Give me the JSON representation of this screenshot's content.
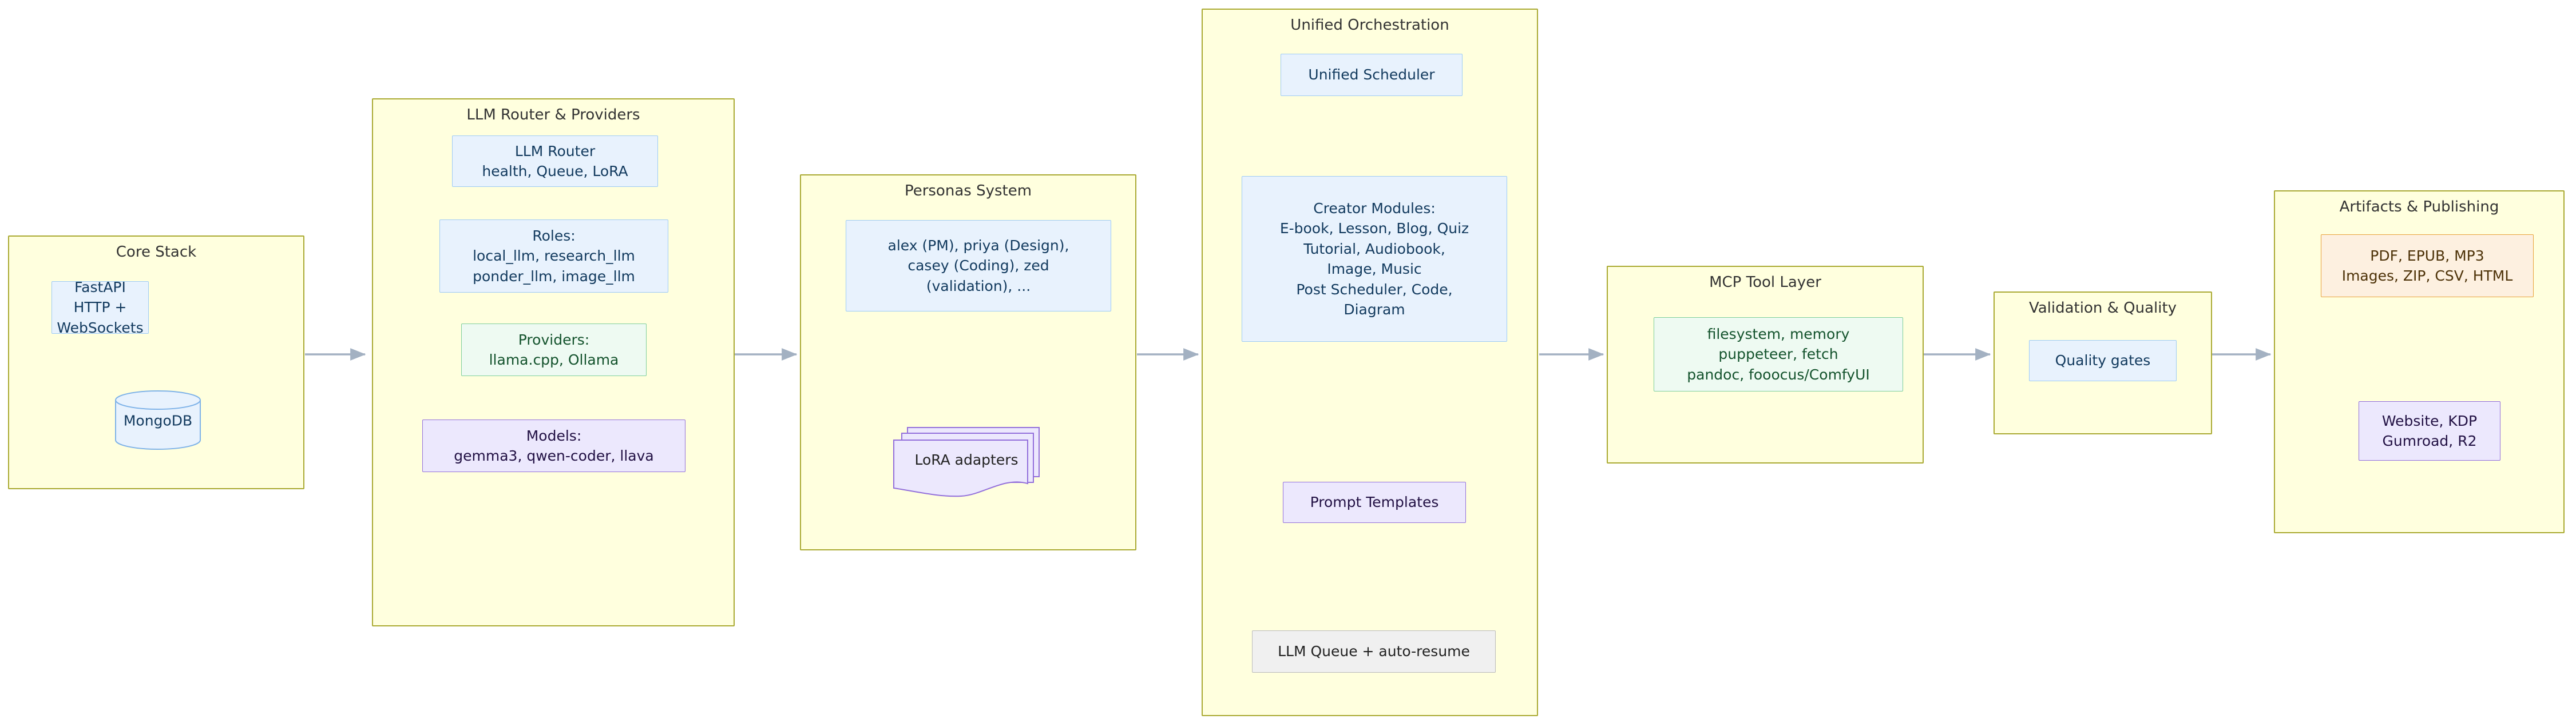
{
  "diagram": {
    "type": "flowchart-lr",
    "title": "",
    "palette": {
      "group_fill": "#ffffde",
      "group_stroke": "#aaaa33",
      "blue_fill": "#e8f2fd",
      "blue_stroke": "#9ecbf5",
      "green_fill": "#eefaf2",
      "green_stroke": "#7fcf9b",
      "purple_fill": "#ece8fd",
      "purple_stroke": "#9370db",
      "orange_fill": "#fdf0e0",
      "orange_stroke": "#e8a33d",
      "gray_fill": "#f0f0f0",
      "gray_stroke": "#bbbbbb",
      "edge_stroke": "#a3b1c2"
    }
  },
  "groups": {
    "core_stack": {
      "title": "Core Stack",
      "nodes": {
        "fastapi": "FastAPI\nHTTP + WebSockets",
        "mongodb": "MongoDB"
      }
    },
    "llm_router": {
      "title": "LLM Router & Providers",
      "nodes": {
        "router": "LLM Router\nhealth, Queue, LoRA",
        "roles": "Roles:\nlocal_llm, research_llm\nponder_llm, image_llm",
        "providers": "Providers:\nllama.cpp, Ollama",
        "models": "Models:\ngemma3, qwen-coder, llava"
      }
    },
    "personas": {
      "title": "Personas System",
      "nodes": {
        "people": "alex (PM), priya (Design),\ncasey (Coding), zed\n(validation), ...",
        "lora": "LoRA adapters"
      }
    },
    "orchestration": {
      "title": "Unified Orchestration",
      "nodes": {
        "scheduler": "Unified Scheduler",
        "creator_modules": "Creator Modules:\nE-book, Lesson, Blog, Quiz\nTutorial, Audiobook,\nImage, Music\nPost Scheduler, Code,\nDiagram",
        "prompt_templates": "Prompt Templates",
        "llm_queue": "LLM Queue + auto-resume"
      }
    },
    "mcp": {
      "title": "MCP Tool Layer",
      "nodes": {
        "tools": "filesystem, memory\npuppeteer, fetch\npandoc, fooocus/ComfyUI"
      }
    },
    "validation": {
      "title": "Validation & Quality",
      "nodes": {
        "quality_gates": "Quality gates"
      }
    },
    "artifacts": {
      "title": "Artifacts & Publishing",
      "nodes": {
        "formats": "PDF, EPUB, MP3\nImages, ZIP, CSV, HTML",
        "channels": "Website, KDP\nGumroad, R2"
      }
    }
  },
  "edges": [
    {
      "from": "core_stack",
      "to": "llm_router",
      "direction": "forward"
    },
    {
      "from": "llm_router",
      "to": "personas",
      "direction": "forward"
    },
    {
      "from": "personas",
      "to": "orchestration",
      "direction": "forward"
    },
    {
      "from": "orchestration",
      "to": "mcp",
      "direction": "forward"
    },
    {
      "from": "mcp",
      "to": "validation",
      "direction": "forward"
    },
    {
      "from": "validation",
      "to": "artifacts",
      "direction": "forward"
    },
    {
      "from": "people",
      "to": "lora",
      "direction": "bidirectional"
    },
    {
      "from": "scheduler",
      "to": "creator_modules",
      "direction": "bidirectional"
    },
    {
      "from": "creator_modules",
      "to": "prompt_templates",
      "direction": "bidirectional"
    },
    {
      "from": "prompt_templates",
      "to": "llm_queue",
      "direction": "bidirectional"
    },
    {
      "from": "formats",
      "to": "channels",
      "direction": "forward"
    }
  ]
}
